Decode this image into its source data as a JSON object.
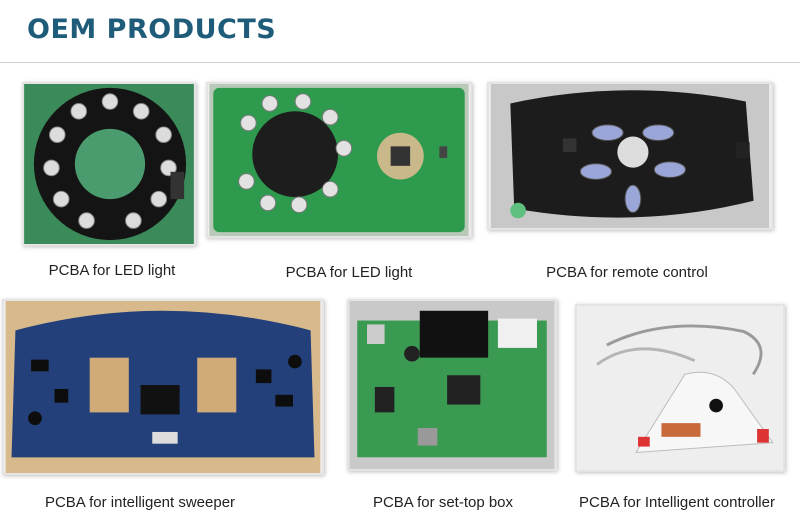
{
  "header": {
    "title": "OEM PRODUCTS"
  },
  "products": [
    {
      "caption": "PCBA for LED light"
    },
    {
      "caption": "PCBA for LED light"
    },
    {
      "caption": "PCBA for remote control"
    },
    {
      "caption": "PCBA for intelligent sweeper"
    },
    {
      "caption": "PCBA for set-top box"
    },
    {
      "caption": "PCBA for Intelligent controller"
    }
  ],
  "colors": {
    "title": "#1f5c7a",
    "pcb_green": "#2e9a4e",
    "pcb_black": "#1c1c1c",
    "pcb_blue": "#23407a"
  }
}
